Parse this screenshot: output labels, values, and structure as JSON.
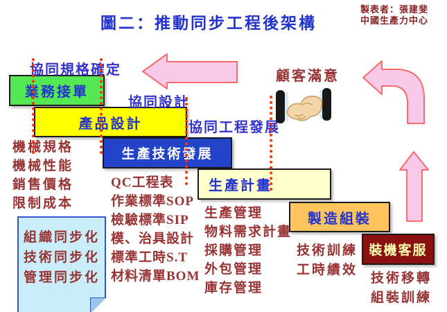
{
  "header": {
    "title": "圖二：推動同步工程後架構",
    "credit_line1": "製表者：張建斐",
    "credit_line2": "中國生產力中心"
  },
  "phase_labels": {
    "spec_confirm": "協同規格確定",
    "co_design": "協同設計",
    "co_engineering": "協同工程發展",
    "customer_satisfaction": "顧客滿意"
  },
  "boxes": {
    "sales": "業務接單",
    "product_design": "產品設計",
    "production_tech": "生產技術發展",
    "production_plan": "生產計畫",
    "manufacturing": "製造組裝",
    "installation_service": "裝機客服"
  },
  "lists": {
    "design_inputs": [
      "機械規格",
      "機械性能",
      "銷售價格",
      "限制成本"
    ],
    "production_tech_outputs": [
      "QC工程表",
      "作業標準SOP",
      "檢驗標準SIP",
      "模、治具設計",
      "標準工時S.T",
      "材料清單BOM"
    ],
    "production_plan_items": [
      "生產管理",
      "物料需求計畫",
      "採購管理",
      "外包管理",
      "庫存管理"
    ],
    "manufacturing_items": [
      "技術訓練",
      "工時績效"
    ],
    "service_items": [
      "技術移轉",
      "組裝訓練"
    ]
  },
  "sticky_note": {
    "items": [
      "組織同步化",
      "技術同步化",
      "管理同步化"
    ]
  },
  "icons": {
    "handshake_icon": "🤝"
  },
  "colors": {
    "title_blue": "#2233cc",
    "label_blue": "#3333cc",
    "dark_red_text": "#993333",
    "credit_red": "#882222",
    "arrow_pink_fill": "#f9c9ea",
    "arrow_outline": "#f96a6a",
    "dotted_line": "#ff3300",
    "box_green": "#55e855",
    "box_yellow": "#ffff00",
    "box_blue": "#2343c8",
    "box_cream": "#ffffcc",
    "box_orange": "#ffc45e",
    "box_darkred": "#8b1111",
    "note_bg": "#c9eefa",
    "note_border": "#3355cc"
  }
}
